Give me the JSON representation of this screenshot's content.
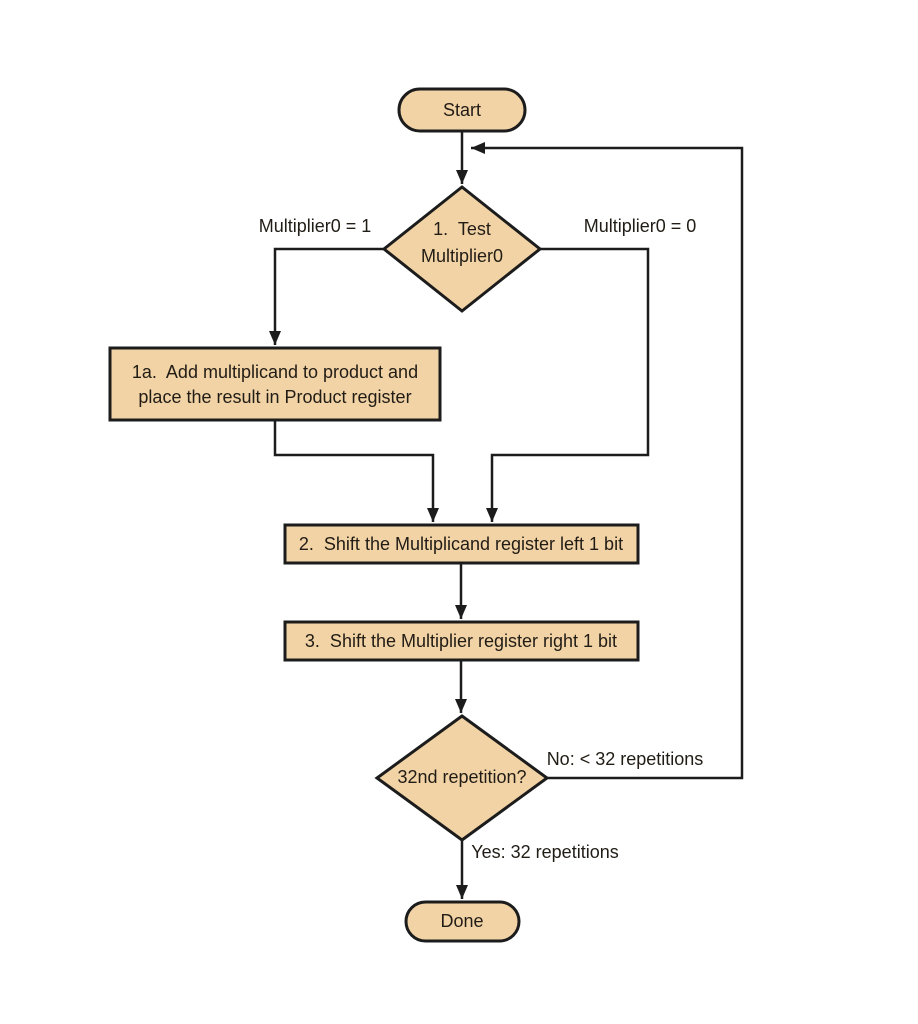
{
  "diagram": {
    "type": "flowchart",
    "colors": {
      "node_fill": "#f2d3a6",
      "node_stroke": "#1c1c1c",
      "text_color": "#211c15",
      "background": "#ffffff"
    },
    "nodes": {
      "start": {
        "shape": "terminator",
        "label": "Start"
      },
      "test_multiplier": {
        "shape": "decision",
        "line1": "1.  Test",
        "line2": "Multiplier0"
      },
      "add_multiplicand": {
        "shape": "process",
        "line1": "1a.  Add multiplicand to product and",
        "line2": "place the result in Product register"
      },
      "shift_multiplicand": {
        "shape": "process",
        "label": "2.  Shift the Multiplicand register left 1 bit"
      },
      "shift_multiplier": {
        "shape": "process",
        "label": "3.  Shift the Multiplier register right 1 bit"
      },
      "repetition_test": {
        "shape": "decision",
        "label": "32nd repetition?"
      },
      "done": {
        "shape": "terminator",
        "label": "Done"
      }
    },
    "edge_labels": {
      "multiplier_one": "Multiplier0 = 1",
      "multiplier_zero": "Multiplier0 = 0",
      "no_branch": "No: < 32 repetitions",
      "yes_branch": "Yes: 32 repetitions"
    }
  }
}
